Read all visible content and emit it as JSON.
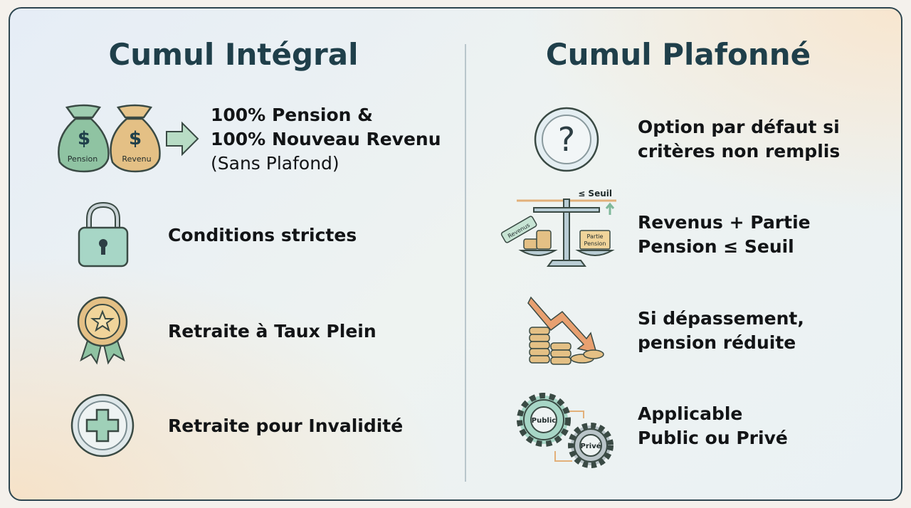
{
  "left": {
    "title": "Cumul Intégral",
    "items": [
      {
        "icon": "money-bags-icon",
        "line1": "100% Pension &",
        "line2": "100% Nouveau Revenu",
        "line3": "(Sans Plafond)",
        "bag_labels": [
          "Pension",
          "Revenu"
        ]
      },
      {
        "icon": "padlock-icon",
        "line1": "Conditions strictes"
      },
      {
        "icon": "award-medal-icon",
        "line1": "Retraite à Taux Plein"
      },
      {
        "icon": "medical-cross-icon",
        "line1": "Retraite pour Invalidité"
      }
    ]
  },
  "right": {
    "title": "Cumul Plafonné",
    "items": [
      {
        "icon": "question-mark-icon",
        "line1": "Option par défaut si",
        "line2": "critères non remplis"
      },
      {
        "icon": "balance-scale-icon",
        "line1": "Revenus + Partie",
        "line2": "Pension ≤ Seuil",
        "scale_labels": {
          "threshold": "≤ Seuil",
          "tag": "Revenus",
          "box": "Partie Pension"
        }
      },
      {
        "icon": "declining-coins-icon",
        "line1": "Si dépassement,",
        "line2": "pension réduite"
      },
      {
        "icon": "gears-icon",
        "line1": "Applicable",
        "line2": "Public ou Privé",
        "gear_labels": [
          "Public",
          "Privé"
        ]
      }
    ]
  },
  "colors": {
    "title": "#1f3f4a",
    "green": "#7fb89a",
    "gold": "#e0b46a",
    "border": "#2d4650"
  }
}
